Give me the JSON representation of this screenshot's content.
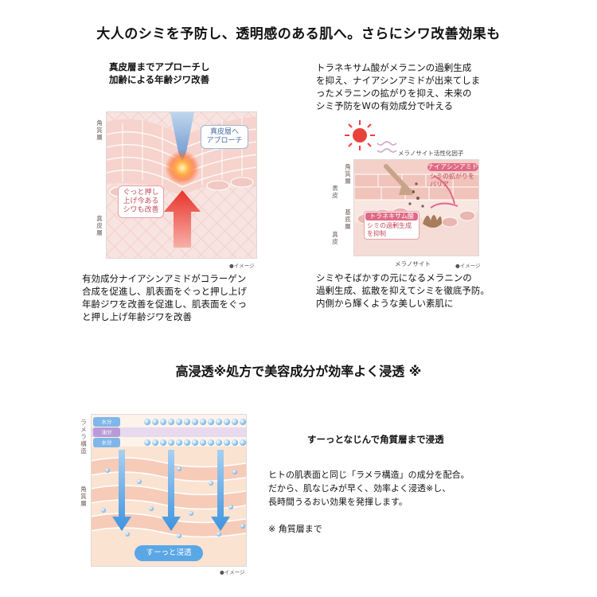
{
  "headline": "大人のシミを予防し、透明感のある肌へ。さらにシワ改善効果も",
  "panel_left": {
    "caption": "真皮層までアプローチし\n加齢による年齢ジワ改善",
    "label_stratum": "角質層",
    "label_dermis": "真皮層",
    "callout_approach": "真皮層へ\nアプローチ",
    "callout_lift": "ぐっと押し\n上げ今ある\nシワも改善",
    "image_note": "●イメージ",
    "body": "有効成分ナイアシンアミドがコラーゲン\n合成を促進し、肌表面をぐっと押し上げ\n年齢ジワを改善を促進し、肌表面をぐっ\nと押し上げ年齢ジワを改善"
  },
  "panel_right": {
    "caption": "トラネキサム酸がメラニンの過剰生成\nを抑え、ナイアシンアミドが出来てしま\nったメラニンの拡がりを抑え、未来の\nシミ予防をWの有効成分で叶える",
    "label_melanocyte_factor": "メラノサイト活性化因子",
    "label_stratum": "角質層",
    "label_epidermis": "表皮",
    "label_basal": "基底層",
    "label_dermis": "真皮",
    "niacinamide_title": "ナイアシンアミド",
    "niacinamide_text": "シミの拡がりを\nバリア",
    "tranexamic_title": "トラネキサム酸",
    "tranexamic_text": "シミの過剰生成\nを抑制",
    "label_melanocyte": "メラノサイト",
    "image_note": "●イメージ",
    "body": "シミやそばかすの元になるメラニンの\n過剰生成、拡散を抑えてシミを徹底予防。\n内側から輝くような美しい素肌に"
  },
  "subheadline": "高浸透※処方で美容成分が効率よく浸透 ※",
  "panel_bottom": {
    "label_lamella": "ラメラ構造",
    "label_stratum": "角質層",
    "layer_water1": "水分",
    "layer_oil": "油分",
    "layer_water2": "水分",
    "button": "すーっと浸透",
    "image_note": "●イメージ",
    "title": "すーっとなじんで角質層まで浸透",
    "body": "ヒトの肌表面と同じ「ラメラ構造」の成分を配合。\nだから、肌なじみが早く、効率よく浸透※し、\n長時間うるおい効果を発揮します。",
    "footnote": "※ 角質層まで"
  },
  "colors": {
    "skin_pink": "#f6d8d2",
    "cell_pink": "#f2c4bf",
    "arrow_red": "#e8433a",
    "accent_pink": "#e06a86",
    "blue": "#3e94e0"
  }
}
